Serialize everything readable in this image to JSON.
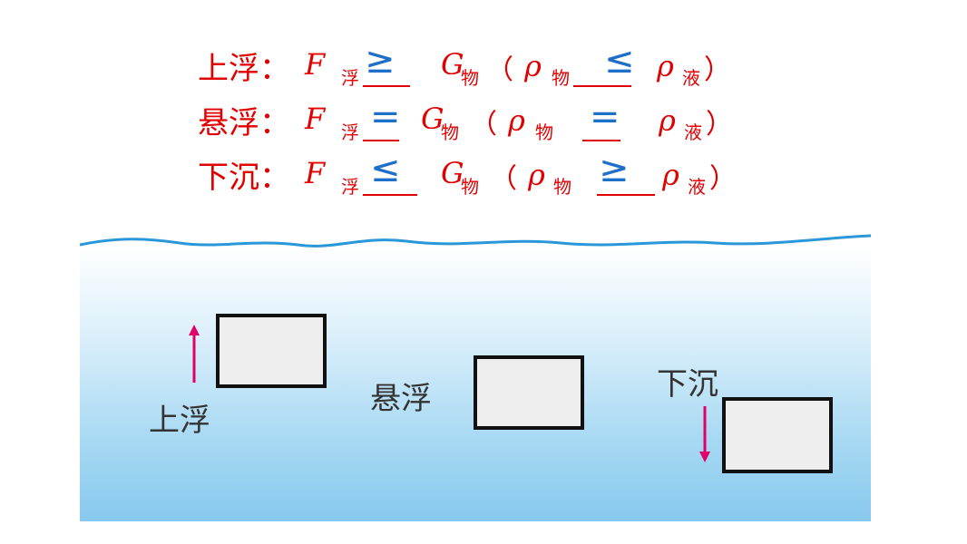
{
  "colors": {
    "text": "#e00000",
    "answer": "#1e6fc7",
    "arrow": "#e0006a",
    "wave": "#2a98d8"
  },
  "formulas": [
    {
      "label": "上浮：",
      "F": "F",
      "F_sub": "浮",
      "answer1": "≥",
      "G": "G",
      "G_sub": "物",
      "open": "（",
      "rho1": "ρ",
      "rho1_sub": "物",
      "answer2": "≤",
      "rho2": "ρ",
      "rho2_sub": "液",
      "close": "）"
    },
    {
      "label": "悬浮：",
      "F": "F",
      "F_sub": "浮",
      "answer1": "=",
      "G": "G",
      "G_sub": "物",
      "open": "（",
      "rho1": "ρ",
      "rho1_sub": "物",
      "answer2": "=",
      "rho2": "ρ",
      "rho2_sub": "液",
      "close": "）"
    },
    {
      "label": "下沉：",
      "F": "F",
      "F_sub": "浮",
      "answer1": "≤",
      "G": "G",
      "G_sub": "物",
      "open": "（",
      "rho1": "ρ",
      "rho1_sub": "物",
      "answer2": "≥",
      "rho2": "ρ",
      "rho2_sub": "液",
      "close": "）"
    }
  ],
  "diagram": {
    "states": [
      "上浮",
      "悬浮",
      "下沉"
    ]
  }
}
